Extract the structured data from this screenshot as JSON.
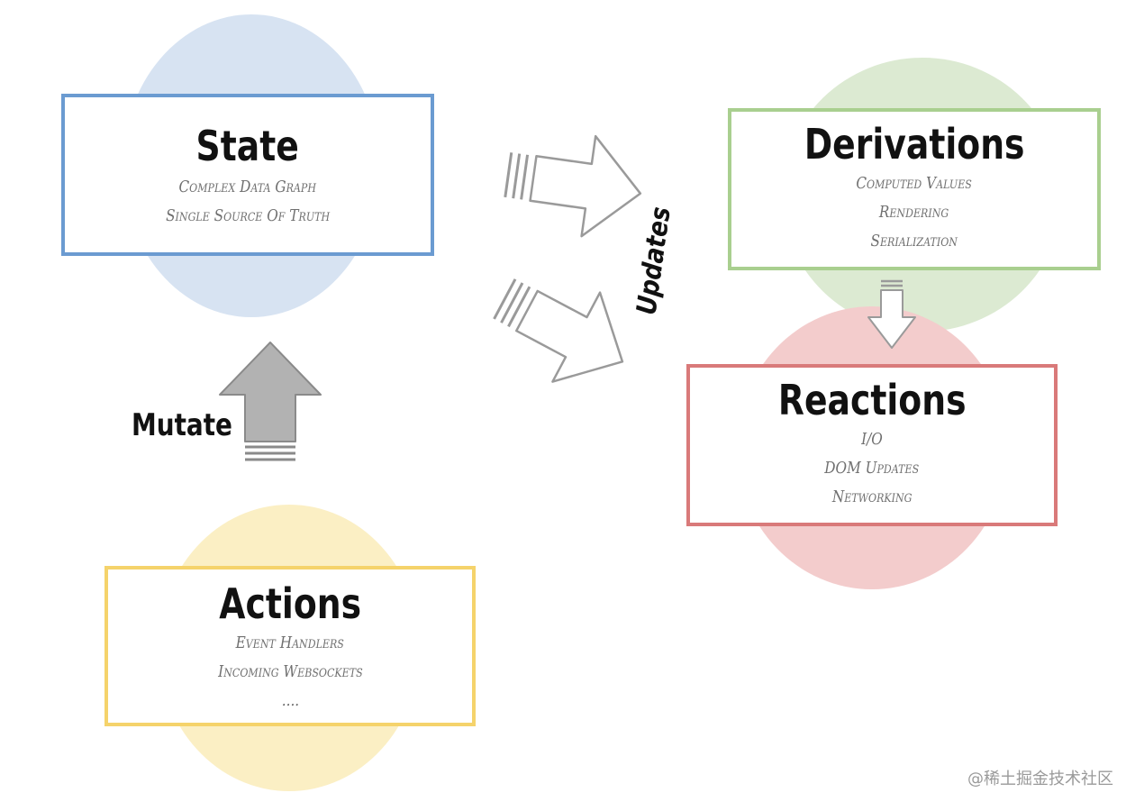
{
  "nodes": {
    "state": {
      "title": "State",
      "lines": [
        "Complex Data Graph",
        "Single Source Of Truth"
      ],
      "color": "#6b9bd1",
      "fill": "#d7e3f2"
    },
    "derivations": {
      "title": "Derivations",
      "lines": [
        "Computed Values",
        "Rendering",
        "Serialization"
      ],
      "color": "#a9cf8f",
      "fill": "#dcead2"
    },
    "reactions": {
      "title": "Reactions",
      "lines": [
        "I/O",
        "DOM Updates",
        "Networking"
      ],
      "color": "#d97a7a",
      "fill": "#f3cccc"
    },
    "actions": {
      "title": "Actions",
      "lines": [
        "Event Handlers",
        "Incoming Websockets",
        "...."
      ],
      "color": "#f5d36b",
      "fill": "#fbefc4"
    }
  },
  "labels": {
    "mutate": "Mutate",
    "updates": "Updates"
  },
  "watermark": "@稀土掘金技术社区"
}
